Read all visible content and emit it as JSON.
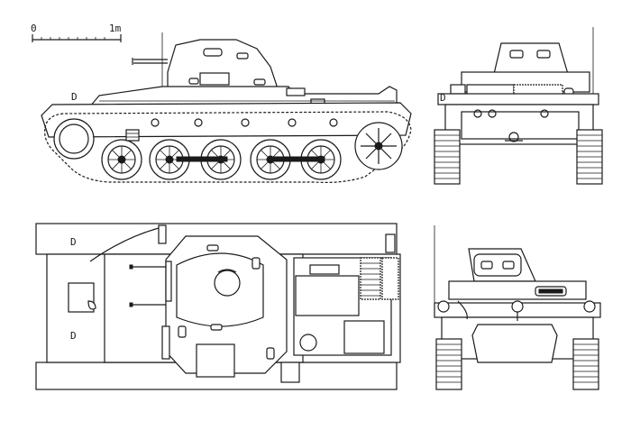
{
  "scale_bar": {
    "start_label": "0",
    "end_label": "1m"
  },
  "views": [
    {
      "id": "side-view"
    },
    {
      "id": "front-view"
    },
    {
      "id": "top-view"
    },
    {
      "id": "rear-view"
    }
  ],
  "colors": {
    "ink": "#1a1a1a",
    "paper": "#ffffff"
  }
}
